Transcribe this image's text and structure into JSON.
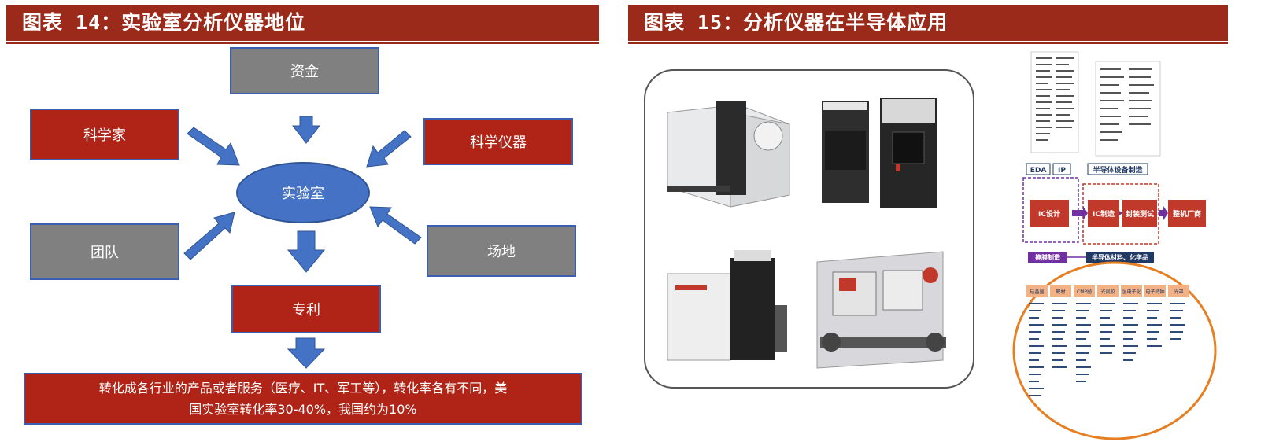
{
  "left": {
    "title": "图表 14：实验室分析仪器地位",
    "nodes": {
      "funding": "资金",
      "scientist": "科学家",
      "instrument": "科学仪器",
      "lab": "实验室",
      "team": "团队",
      "venue": "场地",
      "patent": "专利"
    },
    "conclusion_line1": "转化成各行业的产品或者服务（医疗、IT、军工等），转化率各有不同，美",
    "conclusion_line2": "国实验室转化率30-40%，我国约为10%"
  },
  "right": {
    "title": "图表 15：分析仪器在半导体应用",
    "flow": {
      "eda": "EDA",
      "ip": "IP",
      "equipment": "半导体设备制造",
      "ic_design": "IC设计",
      "ic_mfg": "IC制造",
      "packaging": "封装测试",
      "oem": "整机厂商",
      "mask": "掩膜制造",
      "materials": "半导体材料、化学品"
    },
    "material_categories": [
      "硅晶圆",
      "靶材",
      "CMP抛光材料",
      "光刻胶",
      "湿电子化学品",
      "电子特种气体",
      "光罩"
    ]
  },
  "colors": {
    "header": "#9b2a1a",
    "red_box": "#b02418",
    "gray_box": "#808080",
    "oval": "#4572c4",
    "arrow": "#4472c4"
  }
}
